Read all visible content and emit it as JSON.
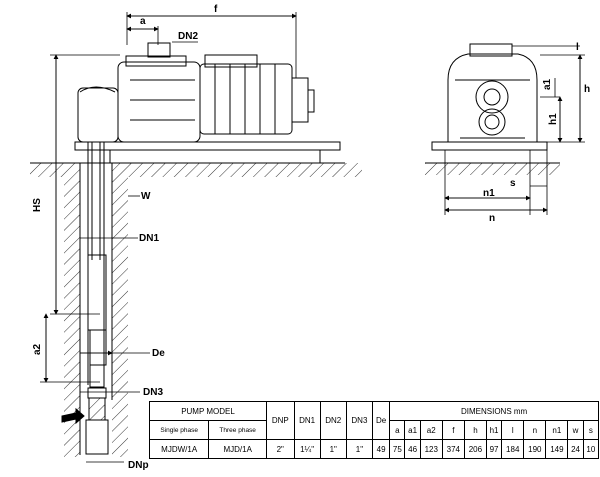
{
  "labels": {
    "a": "a",
    "f": "f",
    "dn2": "DN2",
    "hs": "HS",
    "w": "W",
    "dn1": "DN1",
    "a2": "a2",
    "de": "De",
    "dn3": "DN3",
    "dnp": "DNp",
    "l": "l",
    "a1": "a1",
    "h": "h",
    "h1": "h1",
    "s": "s",
    "n1": "n1",
    "n": "n"
  },
  "table": {
    "pump_model": "PUMP MODEL",
    "single_phase": "Single phase",
    "three_phase": "Three phase",
    "dnp": "DNP",
    "dn1": "DN1",
    "dn2": "DN2",
    "dn3": "DN3",
    "de": "De",
    "dimensions": "DIMENSIONS mm",
    "dim_headers": [
      "a",
      "a1",
      "a2",
      "f",
      "h",
      "h1",
      "l",
      "n",
      "n1",
      "w",
      "s"
    ],
    "row": {
      "single": "MJDW/1A",
      "three": "MJD/1A",
      "dnp": "2\"",
      "dn1": "1¼\"",
      "dn2": "1\"",
      "dn3": "1\"",
      "de": "49",
      "dims": [
        "75",
        "46",
        "123",
        "374",
        "206",
        "97",
        "184",
        "190",
        "149",
        "24",
        "10"
      ]
    }
  }
}
